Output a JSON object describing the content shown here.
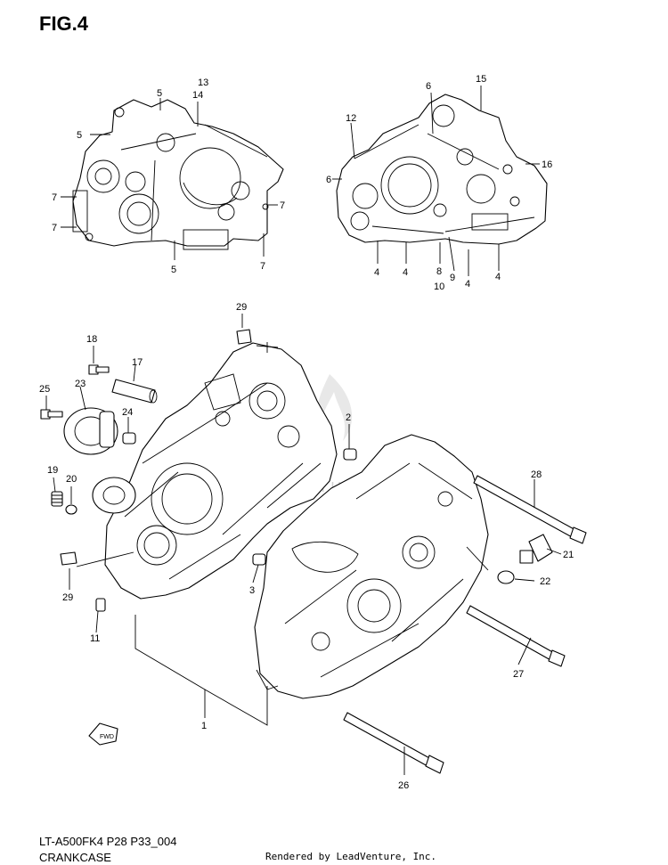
{
  "figure": {
    "title": "FIG.4",
    "model_code": "LT-A500FK4 P28 P33_004",
    "name": "CRANKCASE",
    "credit": "Rendered by LeadVenture, Inc."
  },
  "callouts": {
    "c1": "1",
    "c2": "2",
    "c3": "3",
    "c4a": "4",
    "c4b": "4",
    "c4c": "4",
    "c4d": "4",
    "c5a": "5",
    "c5b": "5",
    "c5c": "5",
    "c6a": "6",
    "c6b": "6",
    "c7a": "7",
    "c7b": "7",
    "c7c": "7",
    "c7d": "7",
    "c8": "8",
    "c9": "9",
    "c10": "10",
    "c11": "11",
    "c12": "12",
    "c13": "13",
    "c14": "14",
    "c15": "15",
    "c16": "16",
    "c17": "17",
    "c18": "18",
    "c19": "19",
    "c20": "20",
    "c21": "21",
    "c22": "22",
    "c23": "23",
    "c24": "24",
    "c25": "25",
    "c26": "26",
    "c27": "27",
    "c28": "28",
    "c29a": "29",
    "c29b": "29"
  },
  "fwd_label": "FWD"
}
